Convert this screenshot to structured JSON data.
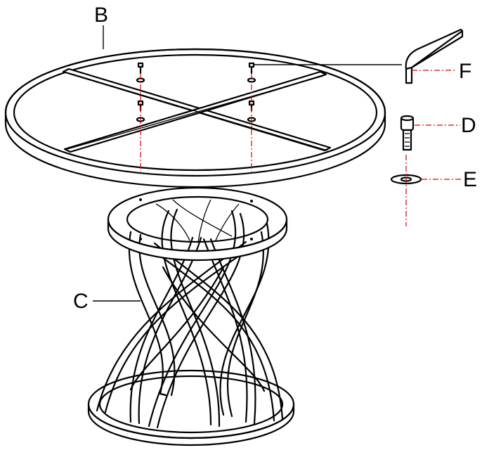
{
  "labels": {
    "table_frame": "B",
    "base": "C",
    "bolt": "D",
    "washer": "E",
    "allen_key": "F"
  },
  "colors": {
    "line": "#000000",
    "guide": "#e00000",
    "background": "#ffffff"
  }
}
